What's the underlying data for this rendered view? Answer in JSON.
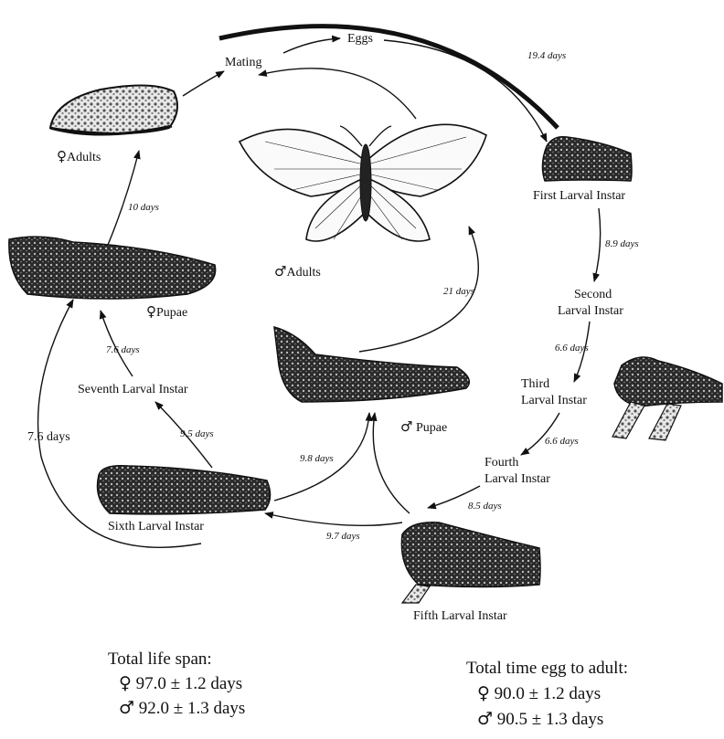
{
  "stages": {
    "mating": "Mating",
    "eggs": "Eggs",
    "first": "First Larval Instar",
    "second": [
      "Second",
      "Larval Instar"
    ],
    "third": [
      "Third",
      "Larval Instar"
    ],
    "fourth": [
      "Fourth",
      "Larval Instar"
    ],
    "fifth": "Fifth Larval Instar",
    "sixth": "Sixth Larval Instar",
    "seventh": "Seventh Larval Instar",
    "female_pupae": "Pupae",
    "female_adults": "Adults",
    "male_pupae": "Pupae",
    "male_adults": "Adults"
  },
  "symbols": {
    "female": "♀",
    "male": "♂"
  },
  "durations": {
    "eggs_to_first": "19.4 days",
    "first_to_second": "8.9 days",
    "second_to_third": "6.6 days",
    "third_to_fourth": "6.6 days",
    "fourth_to_fifth": "8.5 days",
    "fifth_to_sixth": "9.7 days",
    "sixth_to_male_pupae": "9.8 days",
    "sixth_to_seventh": "9.5 days",
    "seventh_to_female_pupae": "7.6 days",
    "sixth_to_female_pupae": "7.6 days",
    "female_pupae_to_adults": "10 days",
    "male_pupae_to_adults": "21 days"
  },
  "summary": {
    "life_span": {
      "title": "Total life span:",
      "female": "97.0 ± 1.2 days",
      "male": "92.0 ± 1.3 days"
    },
    "egg_to_adult": {
      "title": "Total time egg to adult:",
      "female": "90.0 ± 1.2 days",
      "male": "90.5 ± 1.3 days"
    }
  }
}
